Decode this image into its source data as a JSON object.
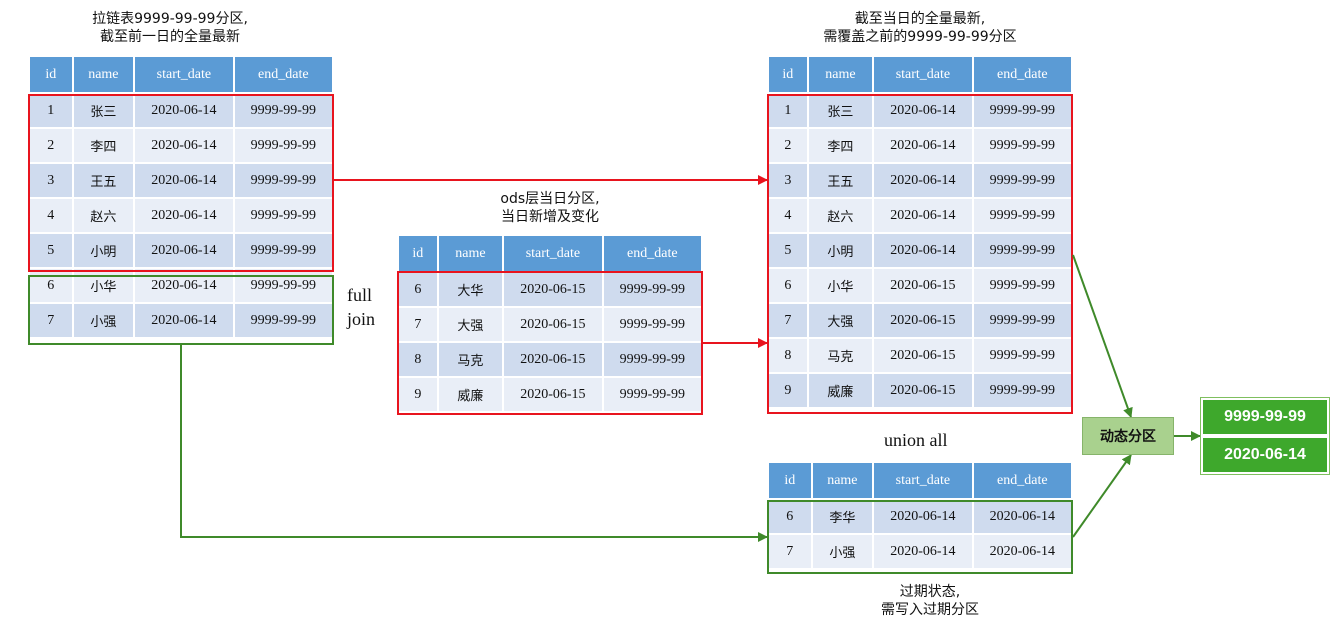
{
  "colors": {
    "header": "#5b9bd5",
    "row_dark": "#cfdbee",
    "row_light": "#e9eef7",
    "red": "#e8141e",
    "green": "#3f8a2a",
    "dynamic_box": "#a9d18e",
    "partition": "#3ea82c"
  },
  "captions": {
    "left": [
      "拉链表9999-99-99分区,",
      "截至前一日的全量最新"
    ],
    "middle": [
      "ods层当日分区,",
      "当日新增及变化"
    ],
    "right_top": [
      "截至当日的全量最新,",
      "需覆盖之前的9999-99-99分区"
    ],
    "right_bottom": [
      "过期状态,",
      "需写入过期分区"
    ]
  },
  "labels": {
    "full_join": [
      "full",
      "join"
    ],
    "union_all": "union all",
    "dynamic_partition": "动态分区",
    "partitions": [
      "9999-99-99",
      "2020-06-14"
    ]
  },
  "columns": [
    "id",
    "name",
    "start_date",
    "end_date"
  ],
  "tables": {
    "history": [
      [
        "1",
        "张三",
        "2020-06-14",
        "9999-99-99"
      ],
      [
        "2",
        "李四",
        "2020-06-14",
        "9999-99-99"
      ],
      [
        "3",
        "王五",
        "2020-06-14",
        "9999-99-99"
      ],
      [
        "4",
        "赵六",
        "2020-06-14",
        "9999-99-99"
      ],
      [
        "5",
        "小明",
        "2020-06-14",
        "9999-99-99"
      ],
      [
        "6",
        "小华",
        "2020-06-14",
        "9999-99-99"
      ],
      [
        "7",
        "小强",
        "2020-06-14",
        "9999-99-99"
      ]
    ],
    "ods": [
      [
        "6",
        "大华",
        "2020-06-15",
        "9999-99-99"
      ],
      [
        "7",
        "大强",
        "2020-06-15",
        "9999-99-99"
      ],
      [
        "8",
        "马克",
        "2020-06-15",
        "9999-99-99"
      ],
      [
        "9",
        "威廉",
        "2020-06-15",
        "9999-99-99"
      ]
    ],
    "latest": [
      [
        "1",
        "张三",
        "2020-06-14",
        "9999-99-99"
      ],
      [
        "2",
        "李四",
        "2020-06-14",
        "9999-99-99"
      ],
      [
        "3",
        "王五",
        "2020-06-14",
        "9999-99-99"
      ],
      [
        "4",
        "赵六",
        "2020-06-14",
        "9999-99-99"
      ],
      [
        "5",
        "小明",
        "2020-06-14",
        "9999-99-99"
      ],
      [
        "6",
        "小华",
        "2020-06-15",
        "9999-99-99"
      ],
      [
        "7",
        "大强",
        "2020-06-15",
        "9999-99-99"
      ],
      [
        "8",
        "马克",
        "2020-06-15",
        "9999-99-99"
      ],
      [
        "9",
        "威廉",
        "2020-06-15",
        "9999-99-99"
      ]
    ],
    "expired": [
      [
        "6",
        "李华",
        "2020-06-14",
        "2020-06-14"
      ],
      [
        "7",
        "小强",
        "2020-06-14",
        "2020-06-14"
      ]
    ]
  }
}
